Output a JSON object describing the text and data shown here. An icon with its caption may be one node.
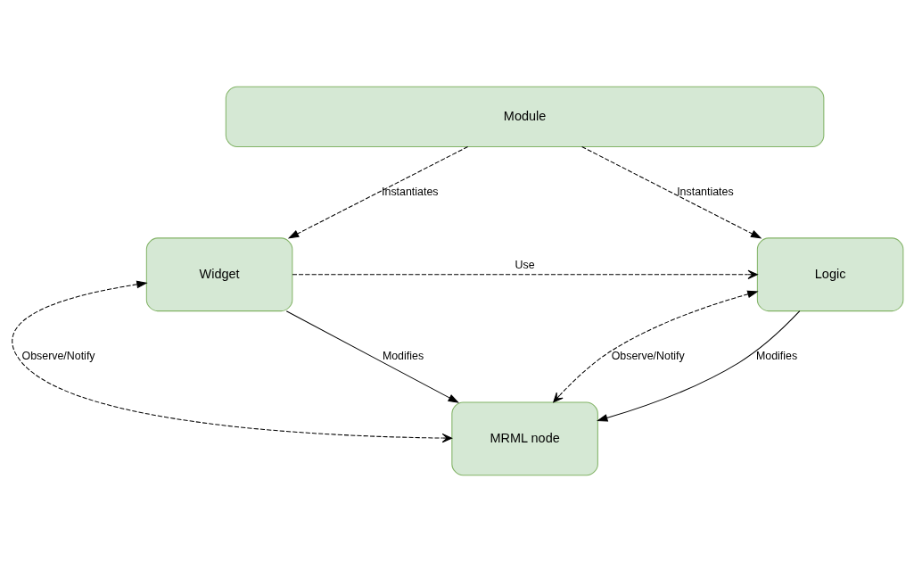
{
  "diagram": {
    "nodes": [
      {
        "text": [
          "Module"
        ]
      },
      {
        "text": [
          "Widget"
        ]
      },
      {
        "text": [
          "Logic"
        ]
      },
      {
        "text": [
          "MRML node"
        ]
      }
    ],
    "edges": [
      {
        "from": 0,
        "to": 1,
        "arrow": "to",
        "label": "Instantiates",
        "style": "dashed"
      },
      {
        "from": 0,
        "to": 2,
        "arrow": "to",
        "label": "Instantiates",
        "style": "dashed"
      },
      {
        "from": 1,
        "to": 2,
        "arrow": "to",
        "label": "Use",
        "style": "dashed"
      },
      {
        "from": 1,
        "to": 3,
        "arrow": "both",
        "label": "Observe/Notify",
        "style": "dashed"
      },
      {
        "from": 2,
        "to": 3,
        "arrow": "both",
        "label": "Observe/Notify",
        "style": "dashed"
      },
      {
        "from": 1,
        "to": 3,
        "arrow": "to",
        "label": "Modifies"
      },
      {
        "from": 2,
        "to": 3,
        "arrow": "to",
        "label": "Modifies"
      }
    ]
  }
}
